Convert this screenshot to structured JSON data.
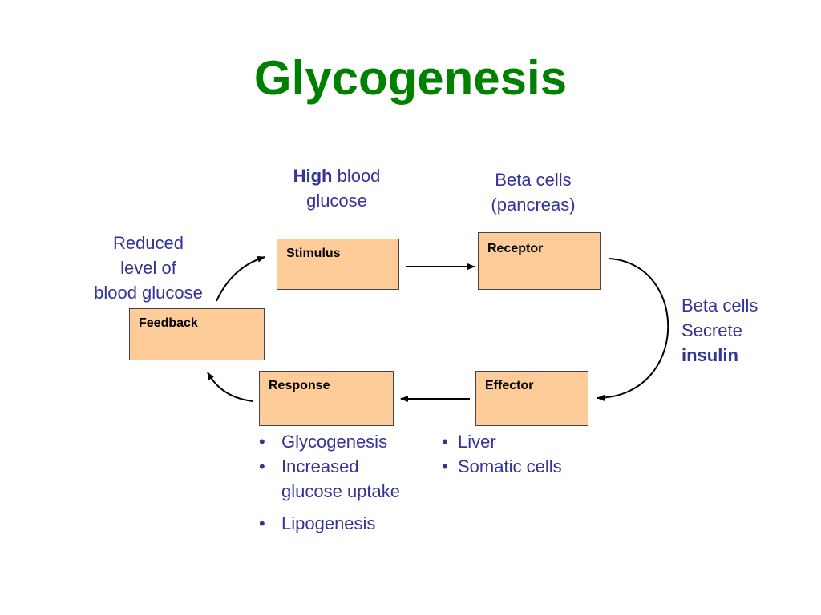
{
  "title": "Glycogenesis",
  "labels": {
    "stimulus_top_bold": "High",
    "stimulus_top_rest": " blood",
    "stimulus_top_line2": "glucose",
    "receptor_top_line1": "Beta cells",
    "receptor_top_line2": "(pancreas)",
    "feedback_line1": "Reduced",
    "feedback_line2": "level of",
    "feedback_line3": "blood glucose",
    "effector_side_line1": "Beta cells",
    "effector_side_line2": "Secrete",
    "effector_side_line3": "insulin"
  },
  "boxes": {
    "stimulus": "Stimulus",
    "receptor": "Receptor",
    "feedback": "Feedback",
    "response": "Response",
    "effector": "Effector"
  },
  "response_list": [
    {
      "line1": "Glycogenesis"
    },
    {
      "line1": "Increased",
      "line2": "glucose uptake"
    },
    {
      "line1": "Lipogenesis"
    }
  ],
  "effector_list": [
    "Liver",
    "Somatic cells"
  ],
  "bullet": "•",
  "colors": {
    "title": "#008000",
    "label_text": "#333399",
    "box_fill": "#fdcc99",
    "arrow": "#000000"
  }
}
